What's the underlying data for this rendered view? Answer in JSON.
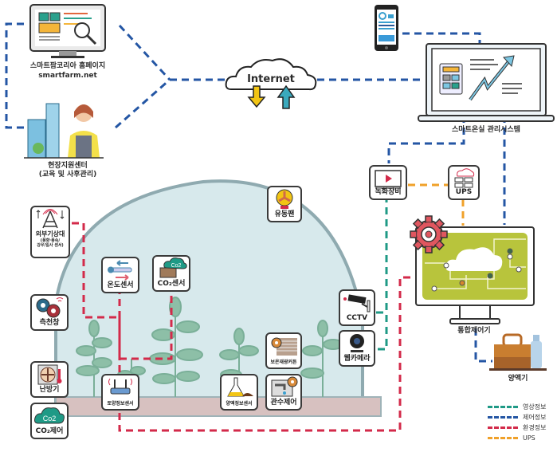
{
  "nodes": {
    "homepage": {
      "title": "스마트팜코리아 홈페이지",
      "url": "smartfarm.net"
    },
    "support_center": {
      "title": "현장지원센터",
      "subtitle": "(교육 및 사후관리)"
    },
    "internet": {
      "label": "Internet"
    },
    "management_system": {
      "label": "스마트온실 관리시스템"
    },
    "recorder": {
      "label": "녹화장비"
    },
    "ups": {
      "label": "UPS"
    },
    "controller": {
      "label": "통합제어기"
    },
    "nutrient_supply": {
      "label": "양액기"
    },
    "weather_station": {
      "label": "외부기상대",
      "sub1": "(풍향·풍속/",
      "sub2": "강우/일사 센서)"
    },
    "roof_vent": {
      "label": "측천창"
    },
    "heater": {
      "label": "난방기"
    },
    "co2_control": {
      "label": "CO₂제어",
      "badge": "Co2"
    },
    "temp_sensor": {
      "label": "온도센서"
    },
    "co2_sensor": {
      "label": "CO₂센서",
      "badge": "Co2"
    },
    "circulation_fan": {
      "label": "유동팬"
    },
    "cctv": {
      "label": "CCTV"
    },
    "webcam": {
      "label": "웹카메라"
    },
    "thermal_curtain": {
      "label": "보온재광커튼"
    },
    "soil_sensor": {
      "label": "토양정보센서"
    },
    "nutrient_sensor": {
      "label": "양액정보센서"
    },
    "irrigation_control": {
      "label": "관수제어"
    }
  },
  "legend": [
    {
      "label": "영상정보",
      "color": "#1f9a86"
    },
    {
      "label": "제어정보",
      "color": "#2456a4"
    },
    {
      "label": "환경정보",
      "color": "#d32a4a"
    },
    {
      "label": "UPS",
      "color": "#f0a12a"
    }
  ],
  "colors": {
    "video": "#1f9a86",
    "control": "#2456a4",
    "environment": "#d32a4a",
    "ups": "#f0a12a",
    "greenhouse": "#d7e9ec",
    "greenhouse_edge": "#8faab0",
    "soil": "#d7c1c0",
    "controller_screen": "#b8c43c"
  }
}
